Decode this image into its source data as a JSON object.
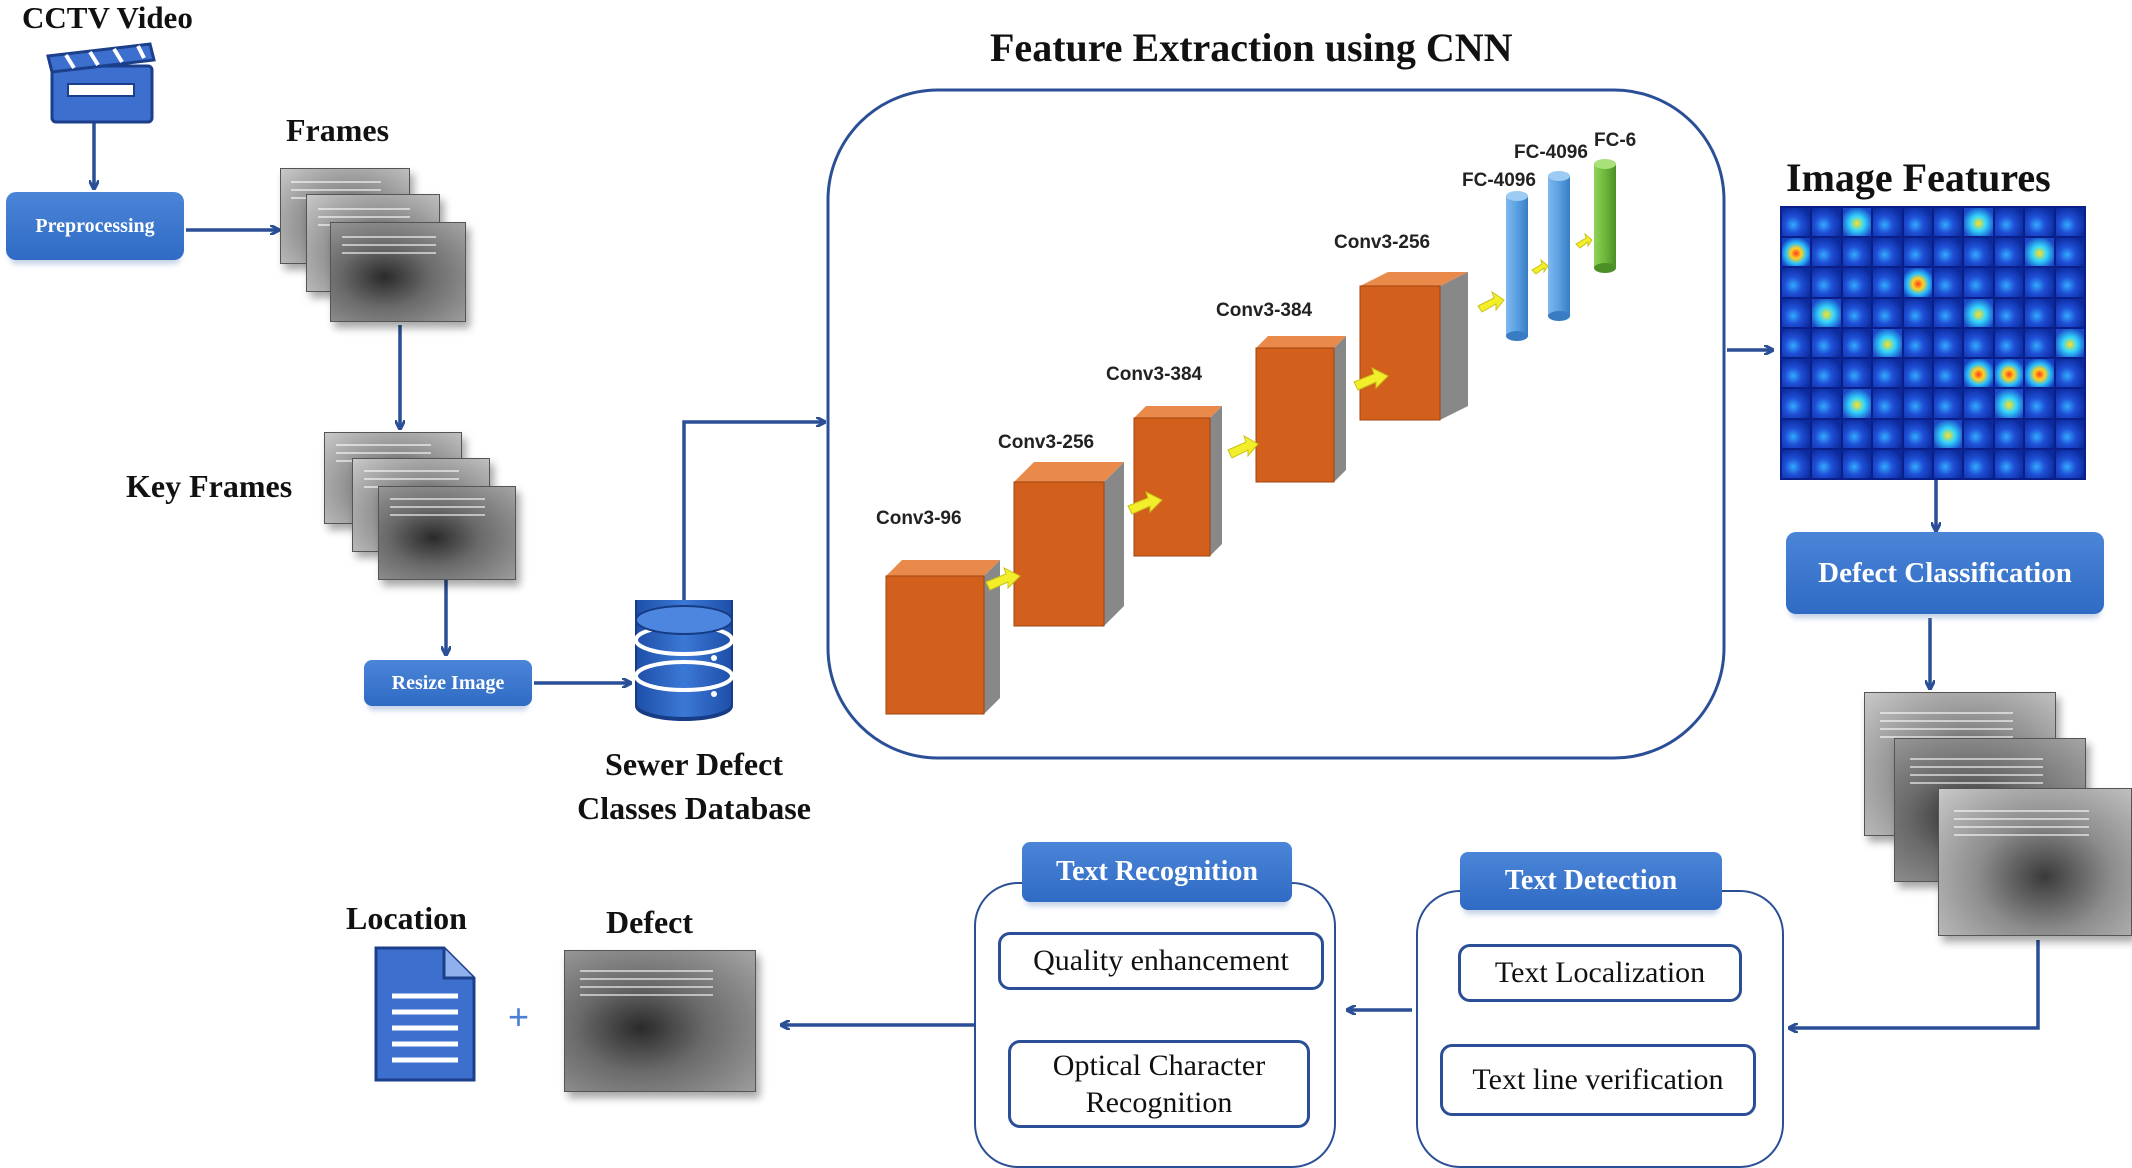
{
  "title": "Feature Extraction using CNN",
  "labels": {
    "cctv_video": "CCTV Video",
    "frames": "Frames",
    "key_frames": "Key Frames",
    "image_features": "Image Features",
    "sewer_db_line1": "Sewer Defect",
    "sewer_db_line2": "Classes Database",
    "location": "Location",
    "defect": "Defect",
    "plus": "+"
  },
  "buttons": {
    "preprocessing": "Preprocessing",
    "resize_image": "Resize Image",
    "defect_classification": "Defect Classification",
    "text_recognition": "Text Recognition",
    "text_detection": "Text Detection"
  },
  "text_recognition_steps": [
    "Quality  enhancement",
    "Optical  Character Recognition"
  ],
  "text_detection_steps": [
    "Text Localization",
    "Text line verification"
  ],
  "cnn_layers": [
    "Conv3-96",
    "Conv3-256",
    "Conv3-384",
    "Conv3-384",
    "Conv3-256",
    "FC-4096",
    "FC-4096",
    "FC-6"
  ],
  "colors": {
    "accent_blue": "#2f6bc4",
    "line_blue": "#2a4f96",
    "conv_orange": "#d2601c",
    "fc_blue": "#5aa0e0",
    "fc_green": "#6cb83a",
    "arrow_yellow": "#f3ee2a"
  }
}
